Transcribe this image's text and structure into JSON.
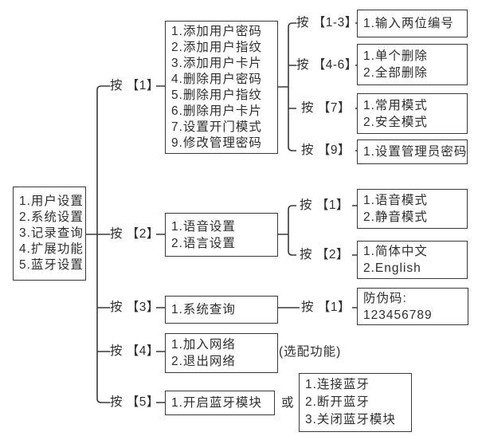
{
  "colors": {
    "background": "#ffffff",
    "line": "#3a3a3a",
    "text": "#2e2e2e"
  },
  "root": {
    "lines": [
      "1.用户设置",
      "2.系统设置",
      "3.记录查询",
      "4.扩展功能",
      "5.蓝牙设置"
    ]
  },
  "branches": [
    {
      "label": "按 【1】"
    },
    {
      "label": "按 【2】"
    },
    {
      "label": "按 【3】"
    },
    {
      "label": "按 【4】"
    },
    {
      "label": "按 【5】"
    }
  ],
  "user_menu": {
    "lines": [
      "1.添加用户密码",
      "2.添加用户指纹",
      "3.添加用户卡片",
      "4.删除用户密码",
      "5.删除用户指纹",
      "6.删除用户卡片",
      "7.设置开门模式",
      "9.修改管理密码"
    ]
  },
  "user_sub": [
    {
      "label": "按 【1-3】",
      "lines": [
        "1.输入两位编号"
      ]
    },
    {
      "label": "按 【4-6】",
      "lines": [
        "1.单个删除",
        "2.全部删除"
      ]
    },
    {
      "label": "按 【7】",
      "lines": [
        "1.常用模式",
        "2.安全模式"
      ]
    },
    {
      "label": "按 【9】",
      "lines": [
        "1.设置管理员密码"
      ]
    }
  ],
  "system_menu": {
    "lines": [
      "1.语音设置",
      "2.语言设置"
    ]
  },
  "system_sub": [
    {
      "label": "按 【1】",
      "lines": [
        "1.语音模式",
        "2.静音模式"
      ]
    },
    {
      "label": "按 【2】",
      "lines": [
        "1.简体中文",
        "2.English"
      ]
    }
  ],
  "record_menu": {
    "lines": [
      "1.系统查询"
    ]
  },
  "record_sub": {
    "label": "按 【1】",
    "lines": [
      "防伪码:",
      "123456789"
    ]
  },
  "extend_menu": {
    "lines": [
      "1.加入网络",
      "2.退出网络"
    ],
    "note": "(选配功能)"
  },
  "bluetooth_menu": {
    "lines": [
      "1.开启蓝牙模块"
    ],
    "or_label": "或",
    "alt_lines": [
      "1.连接蓝牙",
      "2.断开蓝牙",
      "3.关闭蓝牙模块"
    ]
  }
}
